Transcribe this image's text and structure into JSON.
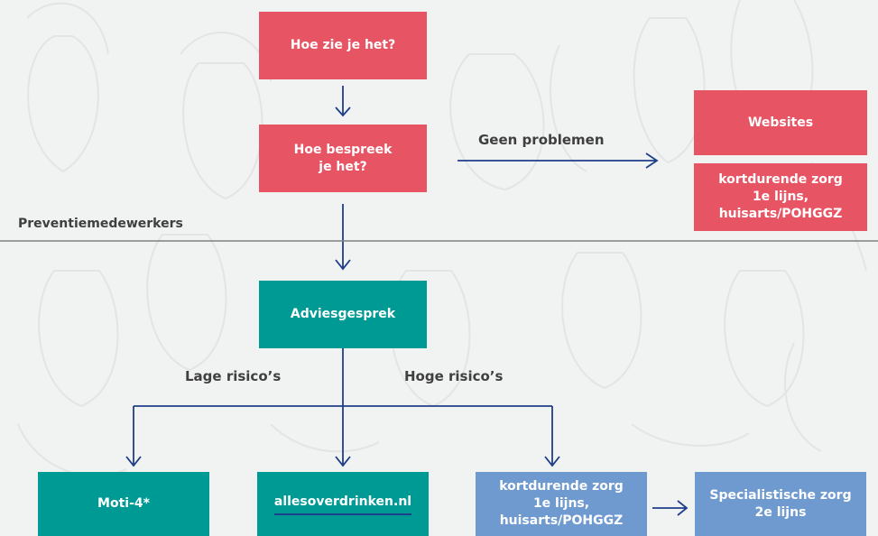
{
  "top": {
    "hoe_zie": "Hoe zie je het?",
    "hoe_bespreek": "Hoe bespreek je het?",
    "geen_problemen": "Geen problemen",
    "websites": "Websites",
    "kortdurende_top": "kortdurende zorg 1e lijns, huisarts/POHGGZ"
  },
  "divider_label": "Preventiemedewerkers",
  "bottom": {
    "adviesgesprek": "Adviesgesprek",
    "lage_risicos": "Lage risico’s",
    "hoge_risicos": "Hoge risico’s",
    "moti": "Moti-4*",
    "allesoverdrinken": "allesoverdrinken.nl",
    "kortdurende_bottom": "kortdurende zorg 1e lijns, huisarts/POHGGZ",
    "specialistische": "Specialistische zorg 2e lijns"
  },
  "colors": {
    "red": "#e75564",
    "teal": "#009a95",
    "blue": "#6f9ad0",
    "arrow": "#1f3f8a",
    "background": "#f1f2f2"
  },
  "background_icon": "people-faces-line-art"
}
